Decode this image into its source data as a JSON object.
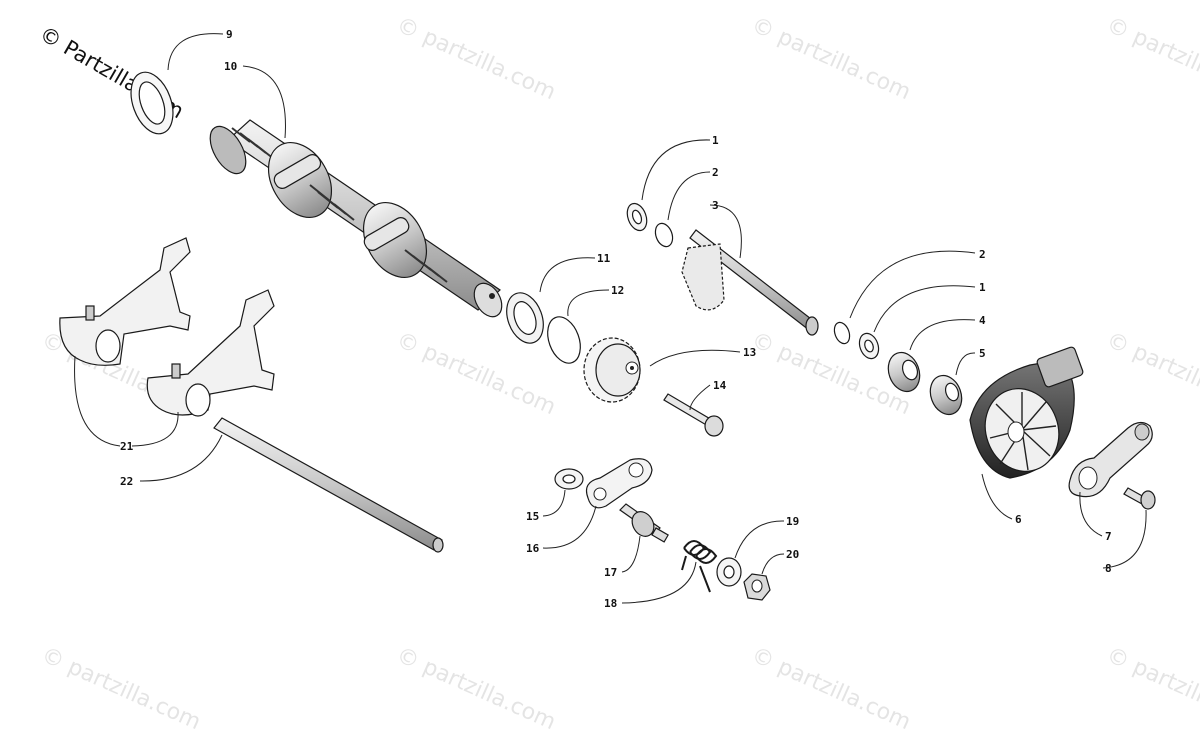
{
  "watermark": {
    "text": "© Partzilla.com",
    "text_faint": "© partzilla.com"
  },
  "callouts": {
    "c1a": "1",
    "c2a": "2",
    "c3": "3",
    "c2b": "2",
    "c1b": "1",
    "c4": "4",
    "c5": "5",
    "c6": "6",
    "c7": "7",
    "c8": "8",
    "c9": "9",
    "c10": "10",
    "c11": "11",
    "c12": "12",
    "c13": "13",
    "c14": "14",
    "c15": "15",
    "c16": "16",
    "c17": "17",
    "c18": "18",
    "c19": "19",
    "c20": "20",
    "c21": "21",
    "c22": "22"
  }
}
